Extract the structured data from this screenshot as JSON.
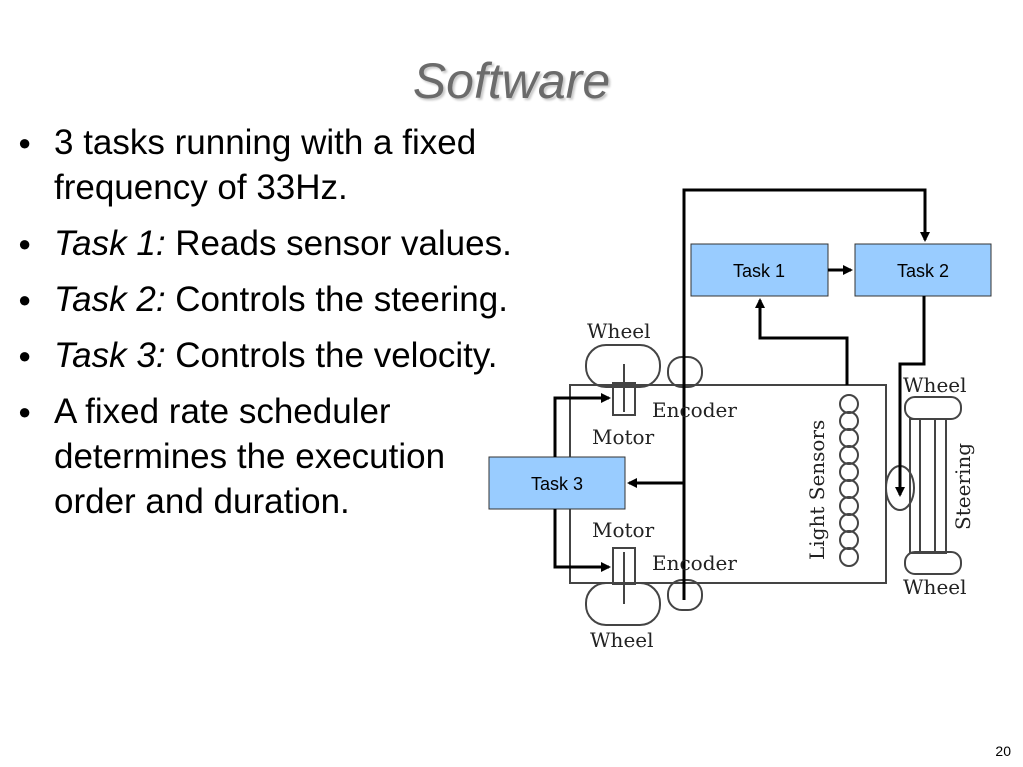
{
  "title": "Software",
  "bullets": [
    {
      "prefix": "",
      "text": "3 tasks running with a fixed frequency of 33Hz."
    },
    {
      "prefix": "Task 1:",
      "text": " Reads sensor values."
    },
    {
      "prefix": "Task 2:",
      "text": " Controls the steering."
    },
    {
      "prefix": "Task 3:",
      "text": " Controls the velocity."
    },
    {
      "prefix": "",
      "text": "A fixed rate scheduler determines the execution order and duration."
    }
  ],
  "diagram": {
    "tasks": [
      "Task 1",
      "Task 2",
      "Task 3"
    ],
    "labels": {
      "wheel_top_left": "Wheel",
      "wheel_top_right": "Wheel",
      "wheel_bottom_left": "Wheel",
      "wheel_bottom_right": "Wheel",
      "encoder_top": "Encoder",
      "encoder_bottom": "Encoder",
      "motor_top": "Motor",
      "motor_bottom": "Motor",
      "light_sensors": "Light Sensors",
      "steering": "Steering"
    },
    "colors": {
      "task_fill": "#99ccff",
      "line": "#000000"
    }
  },
  "page_number": "20"
}
